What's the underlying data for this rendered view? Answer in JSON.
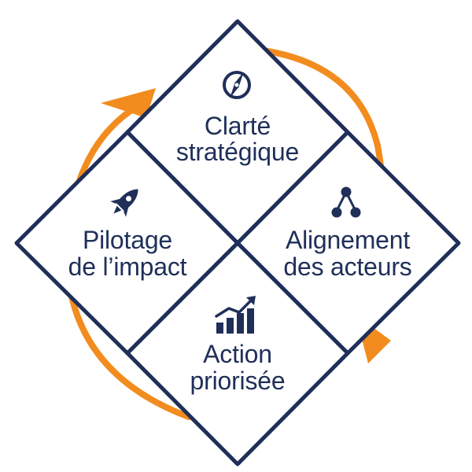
{
  "colors": {
    "navy": "#1f2f59",
    "orange": "#f28c1e",
    "background": "#ffffff"
  },
  "quadrants": [
    {
      "id": "top",
      "icon": "compass-icon",
      "lines": [
        "Clarté",
        "stratégique"
      ]
    },
    {
      "id": "left",
      "icon": "rocket-icon",
      "lines": [
        "Pilotage",
        "de l’impact"
      ]
    },
    {
      "id": "right",
      "icon": "hierarchy-icon",
      "lines": [
        "Alignement",
        "des acteurs"
      ]
    },
    {
      "id": "bottom",
      "icon": "growth-chart-icon",
      "lines": [
        "Action",
        "priorisée"
      ]
    }
  ]
}
